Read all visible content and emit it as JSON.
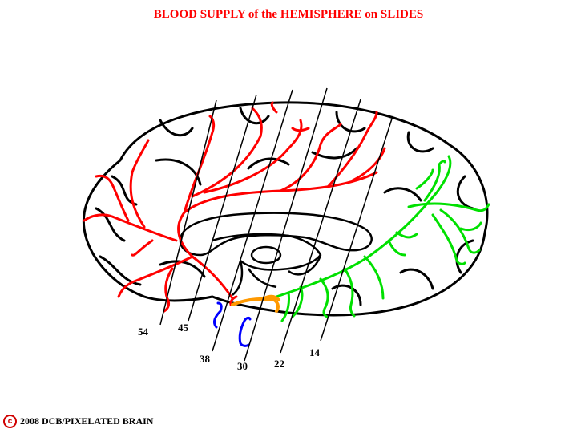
{
  "title": "BLOOD SUPPLY of the HEMISPHERE on SLIDES",
  "slice_labels": [
    "54",
    "45",
    "38",
    "30",
    "22",
    "14"
  ],
  "footer": {
    "copyright_symbol": "c",
    "text": "2008  DCB/PIXELATED BRAIN"
  },
  "colors": {
    "anterior_cerebral_artery": "#ff0000",
    "posterior_cerebral_artery": "#00e000",
    "anterior_choroidal": "#ff9900",
    "basal_vessels": "#0000ff",
    "outline": "#000000"
  }
}
